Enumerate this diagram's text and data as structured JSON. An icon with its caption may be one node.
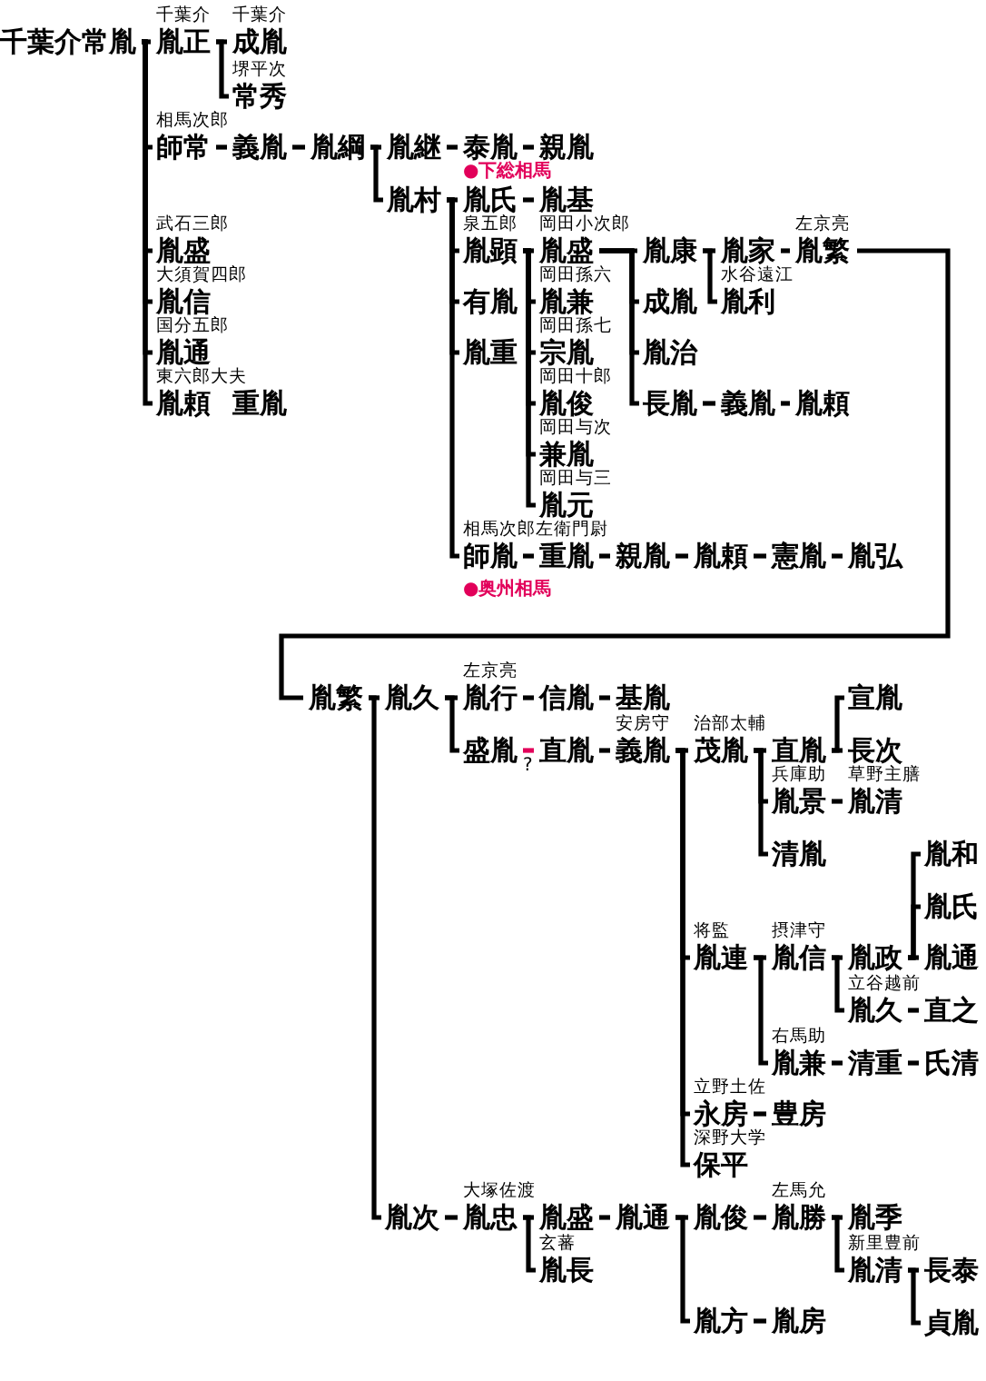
{
  "diagram": {
    "nodes": [
      {
        "text": [
          "千葉介常胤"
        ]
      },
      {
        "text": [
          "胤正"
        ],
        "beside": [
          "千葉介"
        ]
      },
      {
        "text": [
          "成胤"
        ],
        "beside": [
          "千葉介"
        ]
      },
      {
        "text": [
          "常秀"
        ],
        "beside": [
          "堺平次"
        ]
      },
      {
        "text": [
          "師常"
        ],
        "beside": [
          "相馬次郎"
        ]
      },
      {
        "text": [
          "義胤"
        ]
      },
      {
        "text": [
          "胤綱"
        ]
      },
      {
        "text": [
          "胤継"
        ]
      },
      {
        "text": [
          "泰胤"
        ]
      },
      {
        "text": [
          "親胤"
        ]
      },
      {
        "text": [
          "胤村"
        ]
      },
      {
        "text": [
          "胤氏"
        ]
      },
      {
        "text": [
          "胤基"
        ]
      },
      {
        "text": [
          "胤盛"
        ],
        "beside": [
          "武石三郎"
        ]
      },
      {
        "text": [
          "胤信"
        ],
        "beside": [
          "大須賀四郎"
        ]
      },
      {
        "text": [
          "胤通"
        ],
        "beside": [
          "国分五郎"
        ]
      },
      {
        "text": [
          "胤頼"
        ],
        "beside": [
          "東六郎大夫",
          "重胤"
        ]
      },
      {
        "text": [
          "胤顕"
        ],
        "beside": [
          "泉五郎"
        ]
      },
      {
        "text": [
          "胤盛"
        ],
        "beside": [
          "岡田小次郎"
        ]
      },
      {
        "text": [
          "胤康"
        ]
      },
      {
        "text": [
          "胤家"
        ]
      },
      {
        "text": [
          "胤繁"
        ],
        "beside": [
          "左京亮"
        ]
      },
      {
        "text": [
          "胤利"
        ],
        "beside": [
          "水谷遠江"
        ]
      },
      {
        "text": [
          "有胤"
        ]
      },
      {
        "text": [
          "胤重"
        ]
      },
      {
        "text": [
          "胤兼"
        ],
        "beside": [
          "岡田孫六"
        ]
      },
      {
        "text": [
          "宗胤"
        ],
        "beside": [
          "岡田孫七"
        ]
      },
      {
        "text": [
          "胤俊"
        ],
        "beside": [
          "岡田十郎"
        ]
      },
      {
        "text": [
          "兼胤"
        ],
        "beside": [
          "岡田与次"
        ]
      },
      {
        "text": [
          "胤元"
        ],
        "beside": [
          "岡田与三"
        ]
      },
      {
        "text": [
          "成胤"
        ]
      },
      {
        "text": [
          "胤治"
        ]
      },
      {
        "text": [
          "長胤"
        ]
      },
      {
        "text": [
          "義胤"
        ]
      },
      {
        "text": [
          "胤頼"
        ]
      },
      {
        "text": [
          "師胤"
        ],
        "beside": [
          "相馬次郎左衛門尉"
        ]
      },
      {
        "text": [
          "重胤"
        ]
      },
      {
        "text": [
          "親胤"
        ]
      },
      {
        "text": [
          "胤頼"
        ]
      },
      {
        "text": [
          "憲胤"
        ]
      },
      {
        "text": [
          "胤弘"
        ]
      },
      {
        "text": [
          "胤繁"
        ]
      },
      {
        "text": [
          "胤久"
        ]
      },
      {
        "text": [
          "胤行"
        ],
        "beside": [
          "左京亮"
        ]
      },
      {
        "text": [
          "信胤"
        ]
      },
      {
        "text": [
          "基胤"
        ]
      },
      {
        "text": [
          "盛胤"
        ]
      },
      {
        "text": [
          "直胤"
        ]
      },
      {
        "text": [
          "義胤"
        ],
        "beside": [
          "安房守"
        ]
      },
      {
        "text": [
          "茂胤"
        ],
        "beside": [
          "治部太輔"
        ]
      },
      {
        "text": [
          "直胤"
        ]
      },
      {
        "text": [
          "宣胤"
        ]
      },
      {
        "text": [
          "長次"
        ]
      },
      {
        "text": [
          "胤景"
        ],
        "beside": [
          "兵庫助"
        ]
      },
      {
        "text": [
          "胤清"
        ],
        "beside": [
          "草野主膳"
        ]
      },
      {
        "text": [
          "清胤"
        ]
      },
      {
        "text": [
          "胤和"
        ]
      },
      {
        "text": [
          "胤氏"
        ]
      },
      {
        "text": [
          "胤通"
        ]
      },
      {
        "text": [
          "胤連"
        ],
        "beside": [
          "将監"
        ]
      },
      {
        "text": [
          "胤信"
        ],
        "beside": [
          "摂津守"
        ]
      },
      {
        "text": [
          "胤政"
        ]
      },
      {
        "text": [
          "胤久"
        ],
        "beside": [
          "立谷越前"
        ]
      },
      {
        "text": [
          "直之"
        ]
      },
      {
        "text": [
          "胤兼"
        ],
        "beside": [
          "右馬助"
        ]
      },
      {
        "text": [
          "清重"
        ]
      },
      {
        "text": [
          "氏清"
        ]
      },
      {
        "text": [
          "永房"
        ],
        "beside": [
          "立野土佐"
        ]
      },
      {
        "text": [
          "豊房"
        ]
      },
      {
        "text": [
          "保平"
        ],
        "beside": [
          "深野大学"
        ]
      },
      {
        "text": [
          "胤次"
        ]
      },
      {
        "text": [
          "胤忠"
        ],
        "beside": [
          "大塚佐渡"
        ]
      },
      {
        "text": [
          "胤盛"
        ]
      },
      {
        "text": [
          "胤通"
        ]
      },
      {
        "text": [
          "胤長"
        ],
        "beside": [
          "玄蕃"
        ]
      },
      {
        "text": [
          "胤俊"
        ]
      },
      {
        "text": [
          "胤勝"
        ],
        "beside": [
          "左馬允"
        ]
      },
      {
        "text": [
          "胤季"
        ]
      },
      {
        "text": [
          "胤清"
        ],
        "beside": [
          "新里豊前"
        ]
      },
      {
        "text": [
          "長泰"
        ]
      },
      {
        "text": [
          "貞胤"
        ]
      },
      {
        "text": [
          "胤方"
        ]
      },
      {
        "text": [
          "胤房"
        ]
      }
    ],
    "edges": [
      {
        "from": 0,
        "to": 1,
        "arrow": "none"
      },
      {
        "from": 0,
        "to": 4,
        "arrow": "none"
      },
      {
        "from": 0,
        "to": 13,
        "arrow": "none"
      },
      {
        "from": 0,
        "to": 14,
        "arrow": "none"
      },
      {
        "from": 0,
        "to": 15,
        "arrow": "none"
      },
      {
        "from": 0,
        "to": 16,
        "arrow": "none"
      },
      {
        "from": 1,
        "to": 2,
        "arrow": "none"
      },
      {
        "from": 1,
        "to": 3,
        "arrow": "none"
      },
      {
        "from": 4,
        "to": 5,
        "arrow": "none"
      },
      {
        "from": 5,
        "to": 6,
        "arrow": "none"
      },
      {
        "from": 6,
        "to": 7,
        "arrow": "none"
      },
      {
        "from": 6,
        "to": 10,
        "arrow": "none"
      },
      {
        "from": 7,
        "to": 8,
        "arrow": "none"
      },
      {
        "from": 8,
        "to": 9,
        "arrow": "none"
      },
      {
        "from": 10,
        "to": 11,
        "arrow": "none"
      },
      {
        "from": 10,
        "to": 17,
        "arrow": "none"
      },
      {
        "from": 10,
        "to": 23,
        "arrow": "none"
      },
      {
        "from": 10,
        "to": 24,
        "arrow": "none"
      },
      {
        "from": 10,
        "to": 35,
        "arrow": "none"
      },
      {
        "from": 11,
        "to": 12,
        "arrow": "none"
      },
      {
        "from": 17,
        "to": 18,
        "arrow": "none"
      },
      {
        "from": 17,
        "to": 25,
        "arrow": "none"
      },
      {
        "from": 17,
        "to": 26,
        "arrow": "none"
      },
      {
        "from": 17,
        "to": 27,
        "arrow": "none"
      },
      {
        "from": 17,
        "to": 28,
        "arrow": "none"
      },
      {
        "from": 17,
        "to": 29,
        "arrow": "none"
      },
      {
        "from": 18,
        "to": 19,
        "arrow": "none"
      },
      {
        "from": 18,
        "to": 30,
        "arrow": "none"
      },
      {
        "from": 18,
        "to": 31,
        "arrow": "none"
      },
      {
        "from": 18,
        "to": 32,
        "arrow": "none"
      },
      {
        "from": 19,
        "to": 20,
        "arrow": "none"
      },
      {
        "from": 19,
        "to": 22,
        "arrow": "none"
      },
      {
        "from": 20,
        "to": 21,
        "arrow": "none"
      },
      {
        "from": 32,
        "to": 33,
        "arrow": "none"
      },
      {
        "from": 33,
        "to": 34,
        "arrow": "none"
      },
      {
        "from": 35,
        "to": 36,
        "arrow": "none"
      },
      {
        "from": 36,
        "to": 37,
        "arrow": "none"
      },
      {
        "from": 37,
        "to": 38,
        "arrow": "none"
      },
      {
        "from": 38,
        "to": 39,
        "arrow": "none"
      },
      {
        "from": 39,
        "to": 40,
        "arrow": "none"
      },
      {
        "from": 21,
        "to": 41,
        "arrow": "none"
      },
      {
        "from": 41,
        "to": 42,
        "arrow": "none"
      },
      {
        "from": 41,
        "to": 70,
        "arrow": "none"
      },
      {
        "from": 42,
        "to": 43,
        "arrow": "none"
      },
      {
        "from": 42,
        "to": 46,
        "arrow": "none"
      },
      {
        "from": 43,
        "to": 44,
        "arrow": "none"
      },
      {
        "from": 44,
        "to": 45,
        "arrow": "none"
      },
      {
        "from": 46,
        "to": 47,
        "arrow": "none",
        "label": "?",
        "color": "#e2005a"
      },
      {
        "from": 47,
        "to": 48,
        "arrow": "none"
      },
      {
        "from": 48,
        "to": 49,
        "arrow": "none"
      },
      {
        "from": 48,
        "to": 59,
        "arrow": "none"
      },
      {
        "from": 48,
        "to": 67,
        "arrow": "none"
      },
      {
        "from": 48,
        "to": 69,
        "arrow": "none"
      },
      {
        "from": 49,
        "to": 50,
        "arrow": "none"
      },
      {
        "from": 49,
        "to": 53,
        "arrow": "none"
      },
      {
        "from": 49,
        "to": 55,
        "arrow": "none"
      },
      {
        "from": 50,
        "to": 51,
        "arrow": "none"
      },
      {
        "from": 50,
        "to": 52,
        "arrow": "none"
      },
      {
        "from": 53,
        "to": 54,
        "arrow": "none"
      },
      {
        "from": 59,
        "to": 60,
        "arrow": "none"
      },
      {
        "from": 59,
        "to": 64,
        "arrow": "none"
      },
      {
        "from": 60,
        "to": 61,
        "arrow": "none"
      },
      {
        "from": 60,
        "to": 62,
        "arrow": "none"
      },
      {
        "from": 61,
        "to": 56,
        "arrow": "none"
      },
      {
        "from": 61,
        "to": 57,
        "arrow": "none"
      },
      {
        "from": 61,
        "to": 58,
        "arrow": "none"
      },
      {
        "from": 62,
        "to": 63,
        "arrow": "none"
      },
      {
        "from": 64,
        "to": 65,
        "arrow": "none"
      },
      {
        "from": 65,
        "to": 66,
        "arrow": "none"
      },
      {
        "from": 67,
        "to": 68,
        "arrow": "none"
      },
      {
        "from": 70,
        "to": 71,
        "arrow": "none"
      },
      {
        "from": 71,
        "to": 72,
        "arrow": "none"
      },
      {
        "from": 71,
        "to": 74,
        "arrow": "none"
      },
      {
        "from": 72,
        "to": 73,
        "arrow": "none"
      },
      {
        "from": 73,
        "to": 75,
        "arrow": "none"
      },
      {
        "from": 73,
        "to": 81,
        "arrow": "none"
      },
      {
        "from": 75,
        "to": 76,
        "arrow": "none"
      },
      {
        "from": 76,
        "to": 77,
        "arrow": "none"
      },
      {
        "from": 76,
        "to": 78,
        "arrow": "none"
      },
      {
        "from": 78,
        "to": 79,
        "arrow": "none"
      },
      {
        "from": 78,
        "to": 80,
        "arrow": "none"
      },
      {
        "from": 81,
        "to": 82,
        "arrow": "none"
      }
    ],
    "labels": [
      "●下総相馬",
      "●奥州相馬"
    ]
  }
}
